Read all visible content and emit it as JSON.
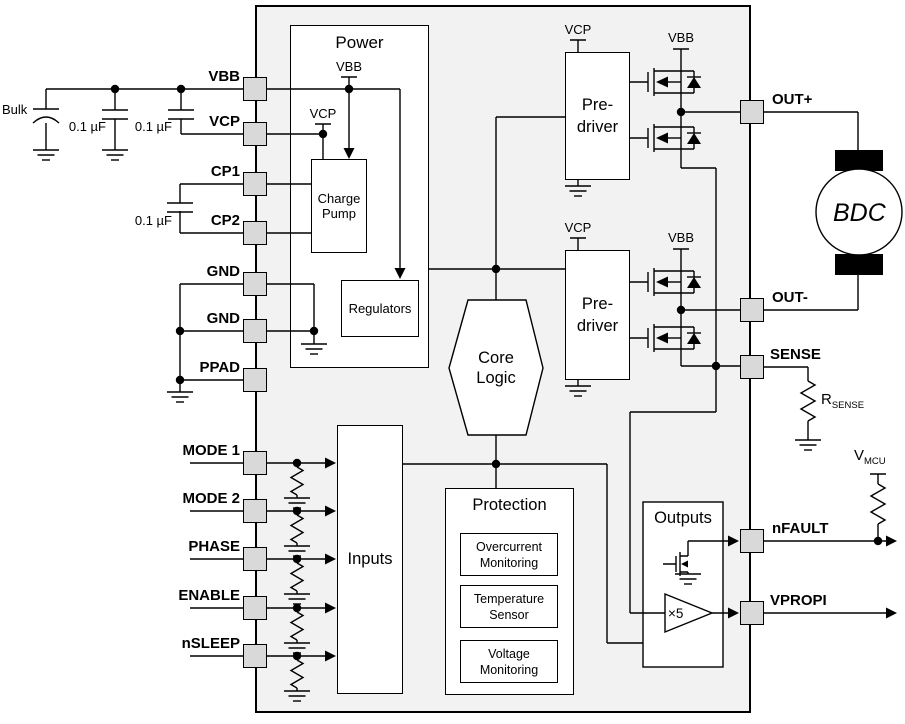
{
  "colors": {
    "chip_fill": "#f2f2f2",
    "pin_fill": "#d9d9d9",
    "line": "#000000"
  },
  "pins_left": [
    {
      "label": "VBB"
    },
    {
      "label": "VCP"
    },
    {
      "label": "CP1"
    },
    {
      "label": "CP2"
    },
    {
      "label": "GND"
    },
    {
      "label": "GND"
    },
    {
      "label": "PPAD"
    },
    {
      "label": "MODE 1"
    },
    {
      "label": "MODE 2"
    },
    {
      "label": "PHASE"
    },
    {
      "label": "ENABLE"
    },
    {
      "label": "nSLEEP"
    }
  ],
  "pins_right": [
    {
      "label": "OUT+"
    },
    {
      "label": "OUT-"
    },
    {
      "label": "SENSE"
    },
    {
      "label": "nFAULT"
    },
    {
      "label": "VPROPI"
    }
  ],
  "blocks": {
    "power": {
      "title": "Power",
      "vbb": "VBB",
      "vcp": "VCP",
      "charge_pump": "Charge Pump",
      "regulators": "Regulators"
    },
    "predriver_top": {
      "title": "Pre-driver",
      "vcp": "VCP",
      "vbb": "VBB"
    },
    "predriver_bottom": {
      "title": "Pre-driver",
      "vcp": "VCP",
      "vbb": "VBB"
    },
    "core_logic": {
      "title": "Core Logic"
    },
    "inputs": {
      "title": "Inputs"
    },
    "protection": {
      "title": "Protection",
      "items": [
        {
          "label": "Overcurrent Monitoring"
        },
        {
          "label": "Temperature Sensor"
        },
        {
          "label": "Voltage Monitoring"
        }
      ]
    },
    "outputs": {
      "title": "Outputs",
      "amp_gain": "×5"
    }
  },
  "external": {
    "bulk": "Bulk",
    "cap_vbb": "0.1 µF",
    "cap_vcp": "0.1 µF",
    "cap_cp": "0.1 µF",
    "motor": "BDC",
    "r_sense": {
      "name": "R",
      "sub": "SENSE"
    },
    "v_mcu": {
      "name": "V",
      "sub": "MCU"
    }
  }
}
